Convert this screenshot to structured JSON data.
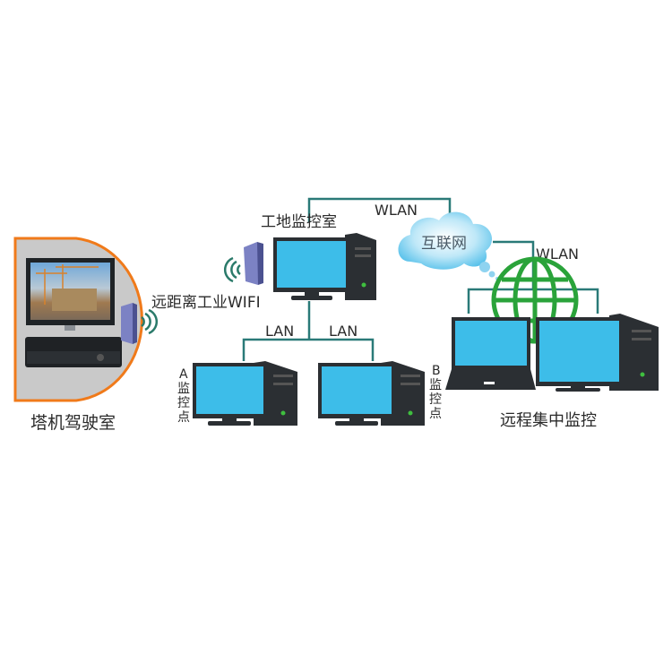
{
  "labels": {
    "cab": "塔机驾驶室",
    "wifi": "远距离工业WIFI",
    "site_room": "工地监控室",
    "wlan_top": "WLAN",
    "internet": "互联网",
    "wlan_right": "WLAN",
    "lan_left": "LAN",
    "lan_right": "LAN",
    "point_a": [
      "A",
      "监",
      "控",
      "点"
    ],
    "point_b": [
      "B",
      "监",
      "控",
      "点"
    ],
    "remote": "远程集中监控"
  },
  "colors": {
    "line": "#2a7a78",
    "screen": "#3dbde9",
    "device": "#2b2f33",
    "cab_border": "#f07a1a",
    "cab_fill": "#c9c9c9",
    "globe": "#2aa33a",
    "cloud": "#7fd0f0"
  }
}
